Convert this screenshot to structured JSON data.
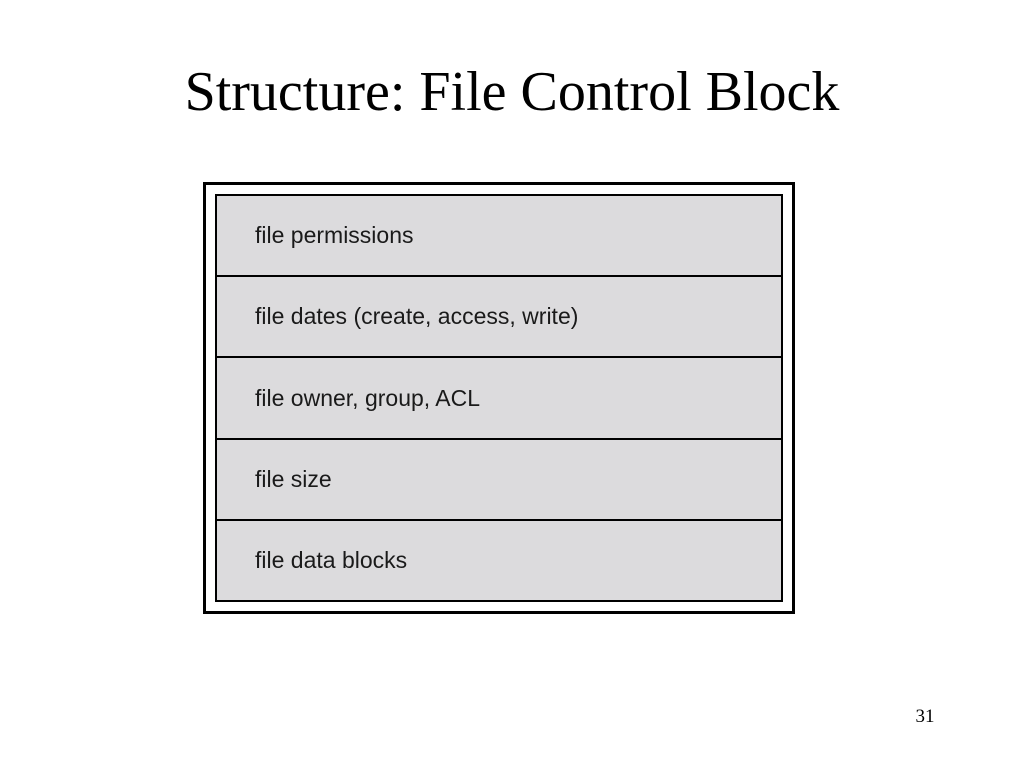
{
  "slide": {
    "title": "Structure: File Control Block",
    "page_number": "31"
  },
  "fcb": {
    "fields": [
      "file permissions",
      "file dates (create, access, write)",
      "file owner, group, ACL",
      "file size",
      "file data blocks"
    ]
  }
}
